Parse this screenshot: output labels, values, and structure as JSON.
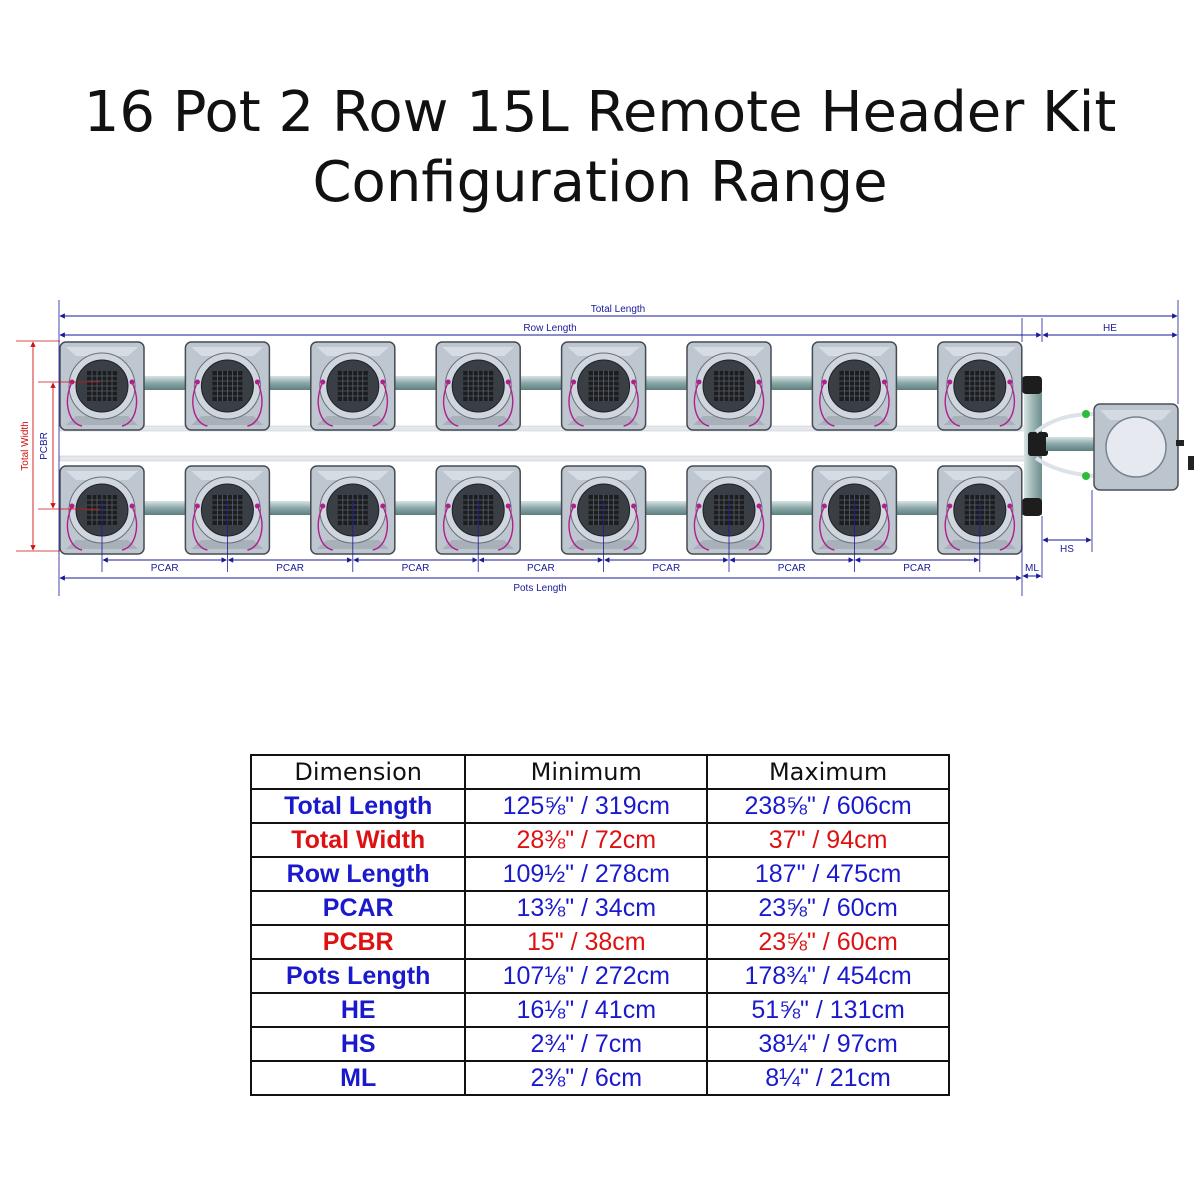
{
  "title": {
    "line1": "16 Pot 2 Row 15L Remote Header Kit",
    "line2": "Configuration Range"
  },
  "diagram": {
    "labels": {
      "total_length": "Total Length",
      "row_length": "Row Length",
      "he": "HE",
      "total_width": "Total Width",
      "pcbr": "PCBR",
      "pcar": "PCAR",
      "ml": "ML",
      "hs": "HS",
      "pots_length": "Pots Length"
    },
    "pots_per_row": 8,
    "rows": 2
  },
  "table": {
    "headers": [
      "Dimension",
      "Minimum",
      "Maximum"
    ],
    "rows": [
      {
        "name": "Total Length",
        "min": "125⅝\" / 319cm",
        "max": "238⅝\" / 606cm",
        "color": "#1a1acc"
      },
      {
        "name": "Total Width",
        "min": "28⅜\" / 72cm",
        "max": "37\" / 94cm",
        "color": "#dd1111"
      },
      {
        "name": "Row Length",
        "min": "109½\" / 278cm",
        "max": "187\" / 475cm",
        "color": "#1a1acc"
      },
      {
        "name": "PCAR",
        "min": "13⅜\" / 34cm",
        "max": "23⅝\" / 60cm",
        "color": "#1a1acc"
      },
      {
        "name": "PCBR",
        "min": "15\" / 38cm",
        "max": "23⅝\" / 60cm",
        "color": "#dd1111"
      },
      {
        "name": "Pots Length",
        "min": "107⅛\" / 272cm",
        "max": "178¾\" / 454cm",
        "color": "#1a1acc"
      },
      {
        "name": "HE",
        "min": "16⅛\" / 41cm",
        "max": "51⅝\" / 131cm",
        "color": "#1a1acc"
      },
      {
        "name": "HS",
        "min": "2¾\" / 7cm",
        "max": "38¼\" / 97cm",
        "color": "#1a1acc"
      },
      {
        "name": "ML",
        "min": "2⅜\" / 6cm",
        "max": "8¼\" / 21cm",
        "color": "#1a1acc"
      }
    ]
  }
}
